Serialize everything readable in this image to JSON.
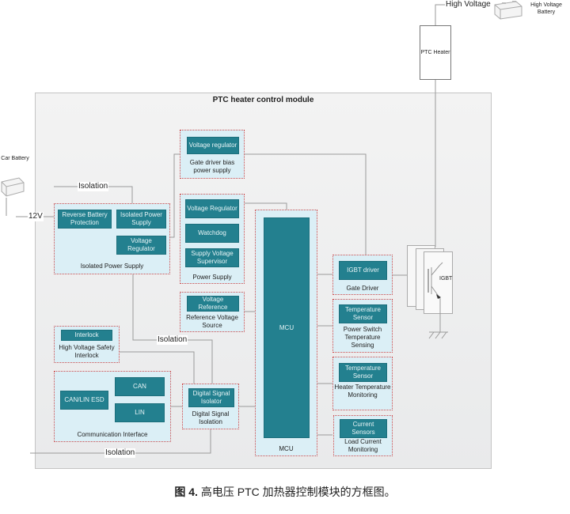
{
  "module_title": "PTC heater control module",
  "external": {
    "car_battery_label": "Car Battery",
    "hv_battery_label": "High Voltage Battery",
    "high_voltage_label": "High Voltage",
    "ptc_heater_label": "PTC Heater",
    "v12_label": "12V",
    "igbt_label": "IGBT"
  },
  "isolation_labels": [
    "Isolation",
    "Isolation",
    "Isolation"
  ],
  "groups": {
    "gate_driver_bias": {
      "blocks": [
        "Voltage regulator"
      ],
      "label": "Gate driver bias power supply"
    },
    "isolated_power_supply": {
      "blocks": [
        "Reverse Battery Protection",
        "Isolated Power Supply",
        "Voltage Regulator"
      ],
      "label": "Isolated Power Supply"
    },
    "power_supply": {
      "blocks": [
        "Voltage Regulator",
        "Watchdog",
        "Supply Voltage Supervisor"
      ],
      "label": "Power Supply"
    },
    "reference_voltage": {
      "blocks": [
        "Voltage Reference"
      ],
      "label": "Reference Voltage Source"
    },
    "mcu": {
      "blocks": [
        "MCU"
      ],
      "label": "MCU"
    },
    "gate_driver": {
      "blocks": [
        "IGBT driver"
      ],
      "label": "Gate Driver"
    },
    "power_switch_temp": {
      "blocks": [
        "Temperature Sensor"
      ],
      "label": "Power Switch Temperature Sensing"
    },
    "heater_temp": {
      "blocks": [
        "Temperature Sensor"
      ],
      "label": "Heater Temperature Monitoring"
    },
    "load_current": {
      "blocks": [
        "Current Sensors"
      ],
      "label": "Load Current Monitoring"
    },
    "hv_interlock": {
      "blocks": [
        "Interlock"
      ],
      "label": "High Voltage Safety Interlock"
    },
    "communication": {
      "blocks": [
        "CAN/LIN ESD",
        "CAN",
        "LIN"
      ],
      "label": "Communication Interface"
    },
    "digital_isolation": {
      "blocks": [
        "Digital Signal Isolator"
      ],
      "label": "Digital Signal Isolation"
    }
  },
  "caption": {
    "prefix": "图 4.",
    "text": " 高电压 PTC 加热器控制模块的方框图。"
  },
  "colors": {
    "block_fill": "#23808f",
    "group_fill": "#dbeff6",
    "group_border": "#d04a4a",
    "wire": "#9a9a9a"
  }
}
